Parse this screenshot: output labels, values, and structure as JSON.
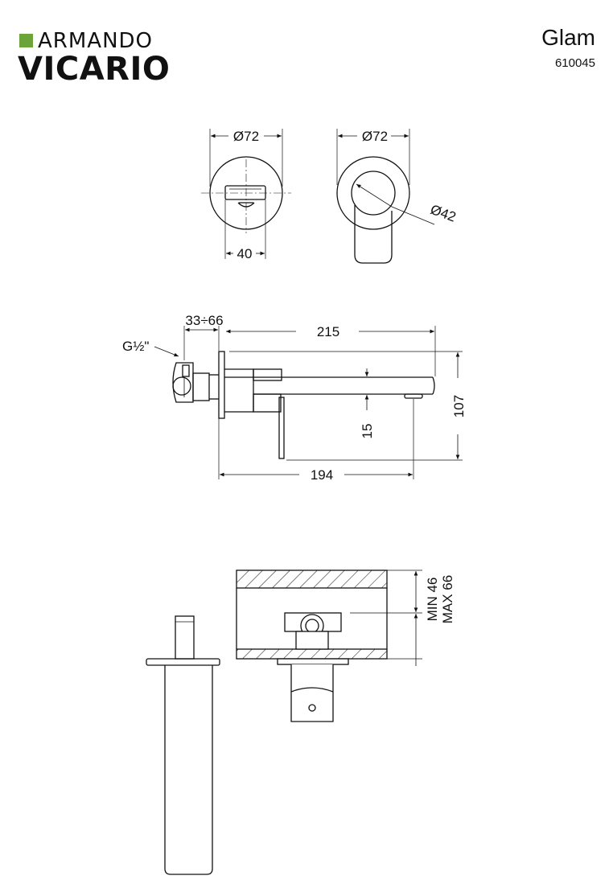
{
  "brand": {
    "line1": "ARMANDO",
    "line2": "VICARIO",
    "mark_color": "#6ba539"
  },
  "product": {
    "name": "Glam",
    "code": "610045"
  },
  "dimensions": {
    "front_diameter": "Ø72",
    "front_width": "40",
    "side_diameter": "Ø72",
    "spout_diameter": "Ø42",
    "wall_depth": "33÷66",
    "spout_length": "215",
    "thread": "G½\"",
    "height": "107",
    "outlet_drop": "15",
    "projection": "194",
    "min_depth": "MIN 46",
    "max_depth": "MAX 66"
  }
}
